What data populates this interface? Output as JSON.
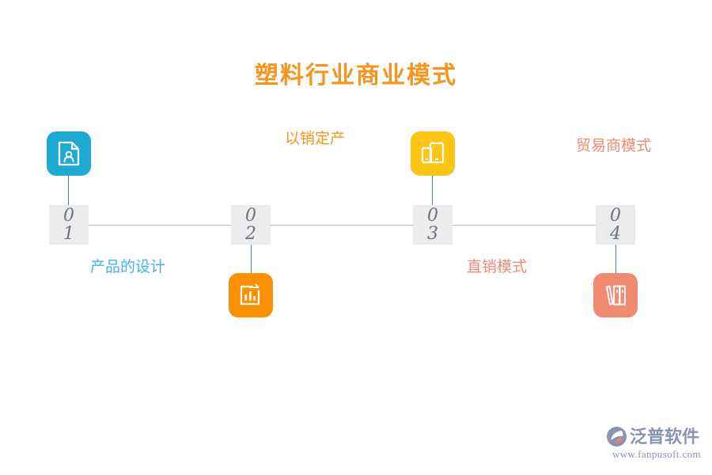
{
  "page": {
    "title": "塑料行业商业模式",
    "title_color": "#F7941E",
    "background": "#FFFFFF"
  },
  "timeline": {
    "line_color": "#B9B9B9",
    "stem_color": "#4A7EC4",
    "number_box_bg": "#ECECEC",
    "number_text_color": "#6B7280",
    "steps": [
      {
        "number_top": "0",
        "number_bottom": "1",
        "number": "01",
        "label": "产品的设计",
        "label_color": "#3FB5E5",
        "icon_name": "document-person-icon",
        "icon_color": "#1FAAD4",
        "icon_position": "above",
        "label_position": "below"
      },
      {
        "number_top": "0",
        "number_bottom": "2",
        "number": "02",
        "label": "以销定产",
        "label_color": "#F7941E",
        "icon_name": "bar-chart-arrow-icon",
        "icon_color": "#FB9000",
        "icon_position": "below",
        "label_position": "above"
      },
      {
        "number_top": "0",
        "number_bottom": "3",
        "number": "03",
        "label": "直销模式",
        "label_color": "#F18A71",
        "icon_name": "devices-icon",
        "icon_color": "#FDC513",
        "icon_position": "above",
        "label_position": "below"
      },
      {
        "number_top": "0",
        "number_bottom": "4",
        "number": "04",
        "label": "贸易商模式",
        "label_color": "#F18A71",
        "icon_name": "books-ledger-icon",
        "icon_color": "#F18A71",
        "icon_position": "below",
        "label_position": "above"
      }
    ]
  },
  "watermark": {
    "brand": "泛普软件",
    "url": "www.fanpusoft.com",
    "color": "#8B93B5"
  }
}
